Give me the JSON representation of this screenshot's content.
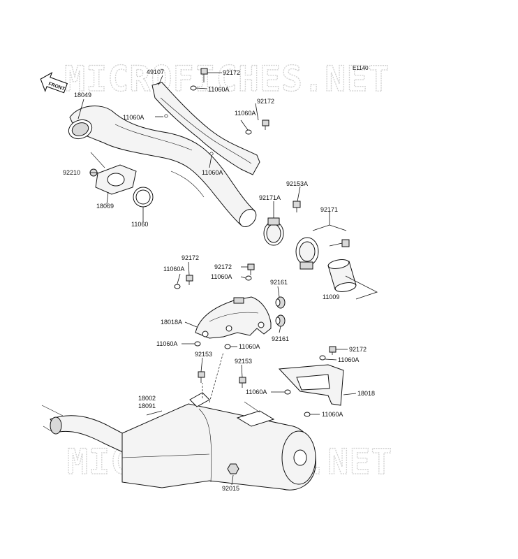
{
  "diagram_code": "E1140",
  "front_label": "FRONT",
  "watermarks": [
    "MICROFICHES.NET",
    "MICROFICHES.NET"
  ],
  "part_labels": {
    "p49107": "49107",
    "p92172_a": "92172",
    "p11060A_a": "11060A",
    "p18049": "18049",
    "p11060A_b": "11060A",
    "p11060A_c": "11060A",
    "p92172_b": "92172",
    "p11060A_d": "11060A",
    "p92210": "92210",
    "p18069": "18069",
    "p11060": "11060",
    "p92153A": "92153A",
    "p92171A": "92171A",
    "p92171": "92171",
    "p11009": "11009",
    "p92172_c": "92172",
    "p11060A_e": "11060A",
    "p92172_d": "92172",
    "p11060A_f": "11060A",
    "p92161_a": "92161",
    "p18018A": "18018A",
    "p92161_b": "92161",
    "p11060A_g": "11060A",
    "p11060A_h": "11060A",
    "p92153_a": "92153",
    "p92153_b": "92153",
    "p92172_e": "92172",
    "p11060A_i": "11060A",
    "p18002": "18002",
    "p18091": "18091",
    "p11060A_j": "11060A",
    "p18018": "18018",
    "p11060A_k": "11060A",
    "p92015": "92015"
  }
}
